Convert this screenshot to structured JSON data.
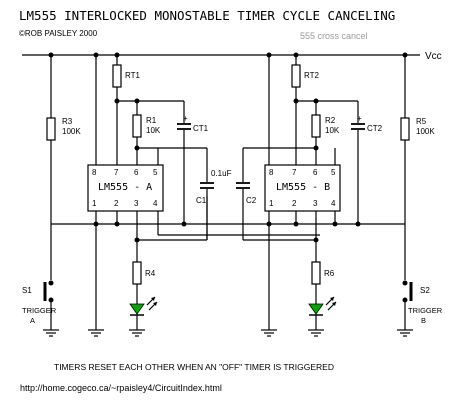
{
  "title": "LM555 INTERLOCKED MONOSTABLE TIMER CYCLE CANCELING",
  "copyright": "©ROB PAISLEY 2000",
  "subtitle": "555 cross cancel",
  "vcc": "Vcc",
  "components": {
    "rt1": "RT1",
    "rt2": "RT2",
    "r1": "R1",
    "r1_val": "10K",
    "r2": "R2",
    "r2_val": "10K",
    "r3": "R3",
    "r3_val": "100K",
    "r5": "R5",
    "r5_val": "100K",
    "r4": "R4",
    "r6": "R6",
    "ct1": "CT1",
    "ct2": "CT2",
    "c1": "C1",
    "c2": "C2",
    "cap_val": "0.1uF",
    "ic_a": "LM555 - A",
    "ic_b": "LM555 - B",
    "s1": "S1",
    "s2": "S2",
    "trigger_a_1": "TRIGGER",
    "trigger_a_2": "A",
    "trigger_b_1": "TRIGGER",
    "trigger_b_2": "B",
    "plus": "+"
  },
  "pins": {
    "top": [
      "8",
      "7",
      "6",
      "5"
    ],
    "bottom": [
      "1",
      "2",
      "3",
      "4"
    ]
  },
  "note": "TIMERS RESET EACH OTHER WHEN AN \"OFF\" TIMER IS TRIGGERED",
  "url": "http://home.cogeco.ca/~rpaisley4/CircuitIndex.html"
}
